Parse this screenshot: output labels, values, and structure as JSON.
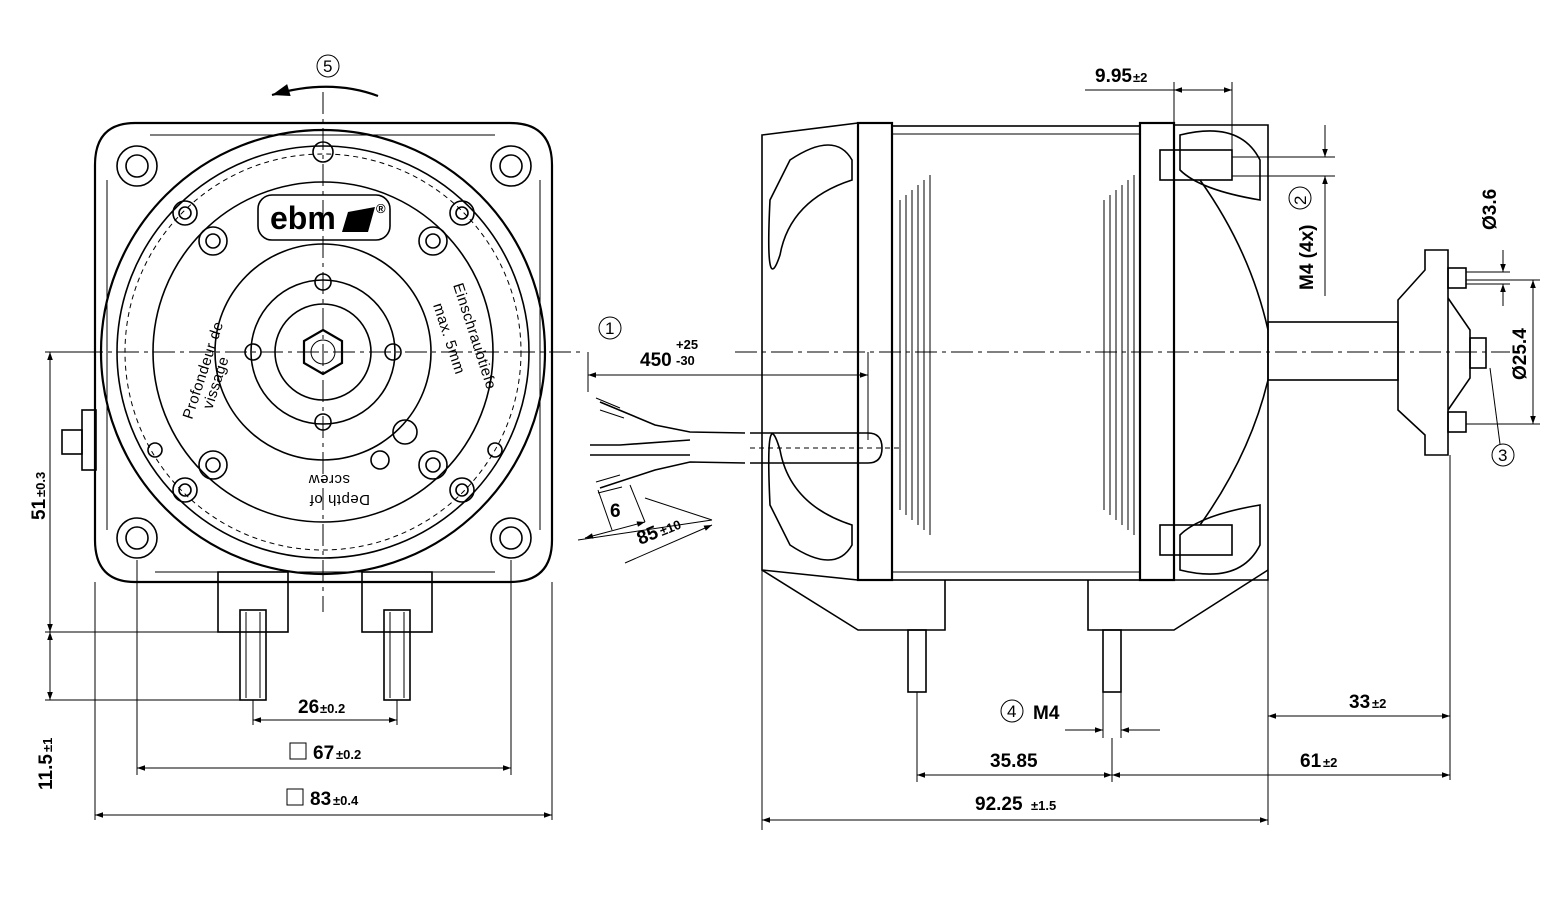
{
  "logo": {
    "text": "ebm",
    "mark": "®"
  },
  "markings": {
    "profondeur": "Profondeur de",
    "vissage": "vissage",
    "einschraub": "Einschraubtiefe",
    "max5mm": "max. 5mm",
    "depth_of": "Depth of",
    "screw": "screw"
  },
  "callouts": {
    "c1": "1",
    "c2": "2",
    "c3": "3",
    "c4": "4",
    "c5": "5"
  },
  "dimensions": {
    "cable_length": "450",
    "cable_tol_plus": "+25",
    "cable_tol_minus": "-30",
    "strip_6": "6",
    "lead_85": "85",
    "lead_85_tol": "±10",
    "d_9_95": "9.95",
    "d_9_95_tol": "±2",
    "m4_4x": "M4 (4x)",
    "dia_3_6": "Ø3.6",
    "dia_25_4": "Ø25.4",
    "m4": "M4",
    "d_33": "33",
    "d_33_tol": "±2",
    "d_35_85": "35.85",
    "d_61": "61",
    "d_61_tol": "±2",
    "d_92_25": "92.25",
    "d_92_25_tol": "±1.5",
    "d_51": "51",
    "d_51_tol": "±0.3",
    "d_11_5": "11.5",
    "d_11_5_tol": "±1",
    "d_26": "26",
    "d_26_tol": "±0.2",
    "d_67": "67",
    "d_67_tol": "±0.2",
    "d_83": "83",
    "d_83_tol": "±0.4"
  }
}
